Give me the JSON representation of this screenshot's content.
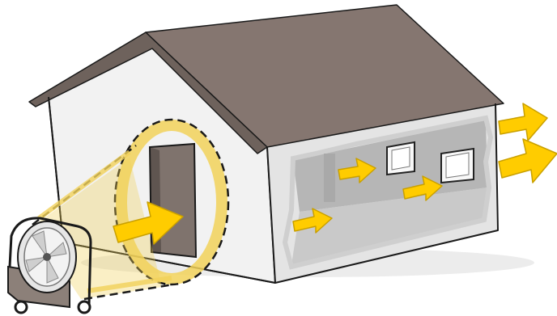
{
  "diagram": {
    "subject": "house-with-door-blower-fan-airflow",
    "colors": {
      "roof": "#857670",
      "roof_edge": "#6e625c",
      "wall_front": "#f2f2f2",
      "wall_side": "#e4e4e4",
      "gable": "#d7d7d7",
      "interior_floor": "#c9c9c9",
      "interior_back": "#b6b6b6",
      "door": "#7f736d",
      "door_jamb": "#5f5550",
      "arrow_fill": "#ffcc00",
      "arrow_stroke": "#c9a000",
      "highlight_ring": "#f2d25a",
      "outline": "#1a1a1a"
    },
    "components": [
      {
        "name": "blower-fan",
        "label": ""
      },
      {
        "name": "door-frame",
        "label": ""
      },
      {
        "name": "airflow-arrows",
        "count": 6
      }
    ]
  }
}
